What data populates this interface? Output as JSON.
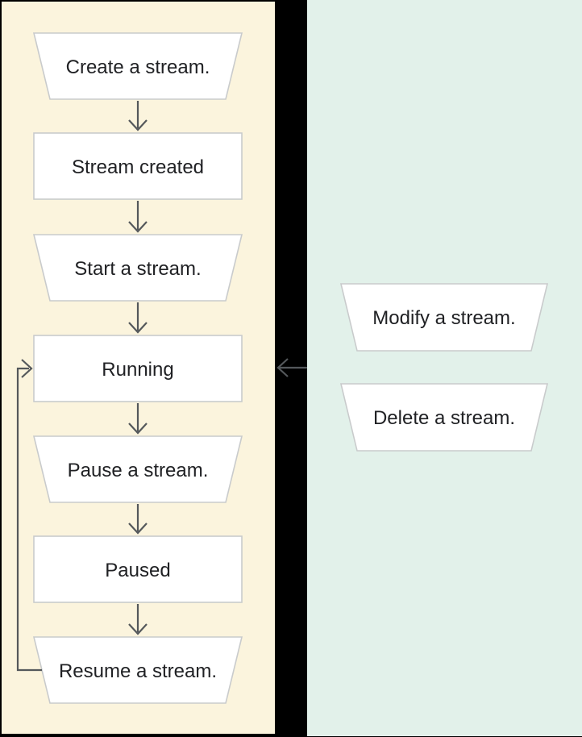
{
  "diagram": {
    "type": "flowchart",
    "colors": {
      "background": "#000000",
      "left_panel_bg": "#FBF4DD",
      "right_panel_bg": "#E2F1EA",
      "shape_fill": "#FFFFFF",
      "shape_border": "#C9CBCC",
      "arrow": "#54585B",
      "label": "#202124"
    },
    "left_panel": {
      "nodes": [
        {
          "label": "Create a stream.",
          "shape": "trapezoid"
        },
        {
          "label": "Stream created",
          "shape": "rectangle"
        },
        {
          "label": "Start a stream.",
          "shape": "trapezoid"
        },
        {
          "label": "Running",
          "shape": "rectangle"
        },
        {
          "label": "Pause a stream.",
          "shape": "trapezoid"
        },
        {
          "label": "Paused",
          "shape": "rectangle"
        },
        {
          "label": "Resume a stream.",
          "shape": "trapezoid"
        }
      ],
      "edges": [
        "Create a stream. -> Stream created",
        "Stream created -> Start a stream.",
        "Start a stream. -> Running",
        "Running -> Pause a stream.",
        "Pause a stream. -> Paused",
        "Paused -> Resume a stream.",
        "Resume a stream. -> Running (loop back on left side)"
      ]
    },
    "right_panel": {
      "nodes": [
        {
          "label": "Modify a stream.",
          "shape": "trapezoid"
        },
        {
          "label": "Delete a stream.",
          "shape": "trapezoid"
        }
      ],
      "edges": [
        "right panel -> Running (left-pointing arrow across black gap)"
      ]
    }
  }
}
